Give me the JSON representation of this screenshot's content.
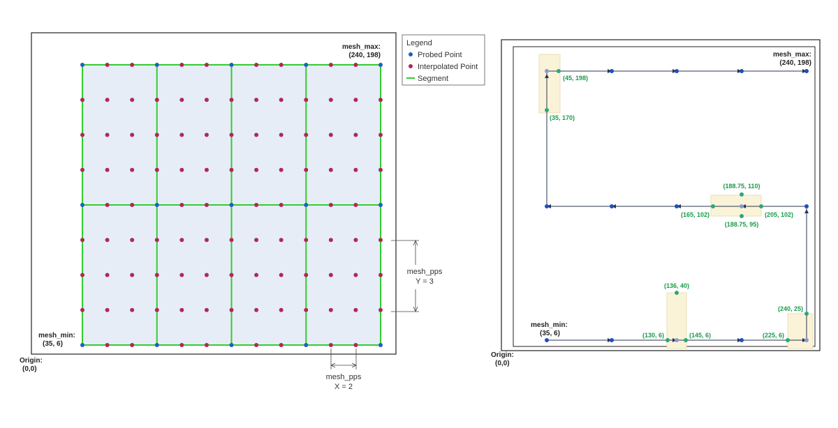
{
  "left": {
    "mesh_max_label": "mesh_max:",
    "mesh_max_coord": "(240, 198)",
    "mesh_min_label": "mesh_min:",
    "mesh_min_coord": "(35, 6)",
    "origin_label": "Origin:",
    "origin_coord": "(0,0)",
    "pps_y_label": "mesh_pps",
    "pps_y_value": "Y = 3",
    "pps_x_label": "mesh_pps",
    "pps_x_value": "X = 2",
    "legend": {
      "title": "Legend",
      "probed": "Probed Point",
      "interpolated": "Interpolated Point",
      "segment": "Segment"
    },
    "colors": {
      "probed": "#1f5fbf",
      "interpolated": "#b0285a",
      "segment": "#33cc33",
      "fill": "#e6edf6"
    }
  },
  "right": {
    "mesh_max_label": "mesh_max:",
    "mesh_max_coord": "(240, 198)",
    "mesh_min_label": "mesh_min:",
    "mesh_min_coord": "(35, 6)",
    "origin_label": "Origin:",
    "origin_coord": "(0,0)",
    "points": {
      "p1": "(45, 198)",
      "p2": "(35, 170)",
      "p3": "(188.75, 110)",
      "p4": "(165, 102)",
      "p5": "(205, 102)",
      "p6": "(188.75, 95)",
      "p7": "(136, 40)",
      "p8": "(240, 25)",
      "p9": "(130, 6)",
      "p10": "(145, 6)",
      "p11": "(225, 6)"
    },
    "colors": {
      "node": "#1f4fbf",
      "green": "#2aa87a",
      "highlight": "#fbf3d8",
      "line": "#2a3550"
    }
  }
}
